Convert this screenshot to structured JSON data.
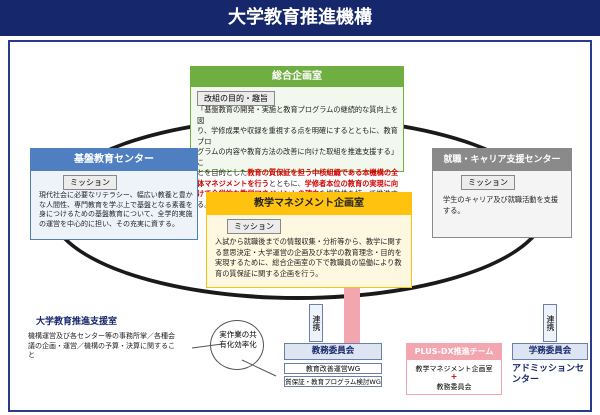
{
  "title": "大学教育推進機構",
  "planning": {
    "title": "総合企画室",
    "tag": "改組の目的・趣旨",
    "text_lines": [
      "「基盤教育の開発・実施と教育プログラムの継続的な質向上を図",
      "り、学修成果や収録を重視する点を明確にするとともに、教育プロ",
      "グラムの内容や教育方法の改善に向けた取組を推進支援する」こ",
      "とを目的とした"
    ],
    "text_red": "教育の質保証を担う中核組織である本機構の全体マネジメントを行う",
    "text_mid": "とともに、",
    "text_red2": "学修者本位の教育の実現に向けて全学的な教学マネジメントの確立",
    "text_end": "を機動性を持って推進する。"
  },
  "basic": {
    "title": "基盤教育センター",
    "tag": "ミッション",
    "text": "現代社会に必要なリテラシー、幅広い教養と豊かな人間性、専門教育を学ぶ上で基盤となる素養を身につけるための基盤教育について、全学的実施の運営を中心的に担い、その充実に資する。"
  },
  "career": {
    "title": "就職・キャリア支援センター",
    "tag": "ミッション",
    "text": "学生のキャリア及び就職活動を支援する。"
  },
  "teaching": {
    "title": "教学マネジメント企画室",
    "tag": "ミッション",
    "text": "入試から就職後までの情報収集・分析等から、教学に関する意思決定・大学運営の企画及び本学の教育理念・目的を実現するために、総合企画室の下で教職員の協働により教育の質保証に関する企画を行う。"
  },
  "support": {
    "title": "大学教育推進支援室",
    "text": "機構運営及び各センター等の事務所掌／各種会議の企画・運営／機構の予算・決算に関すること"
  },
  "efficiency": {
    "text": "実作業の共有化効率化"
  },
  "renkei": "連携",
  "committee": {
    "title": "教務委員会",
    "wg1": "教育改善運営WG",
    "wg2": "質保証・教育プログラム検討WG"
  },
  "plusdx": {
    "title": "PLUS-DX推進チーム",
    "line1": "教学マネジメント企画室",
    "plus": "+",
    "line2": "教務委員会"
  },
  "student_committee": {
    "title": "学務委員会"
  },
  "admission": {
    "title": "アドミッションセンター"
  },
  "colors": {
    "navy": "#17276b",
    "green": "#6fae40",
    "blue": "#4f7fc0",
    "gray": "#8a8a8a",
    "yellow": "#ffc20e",
    "pink": "#f4a6b0"
  }
}
